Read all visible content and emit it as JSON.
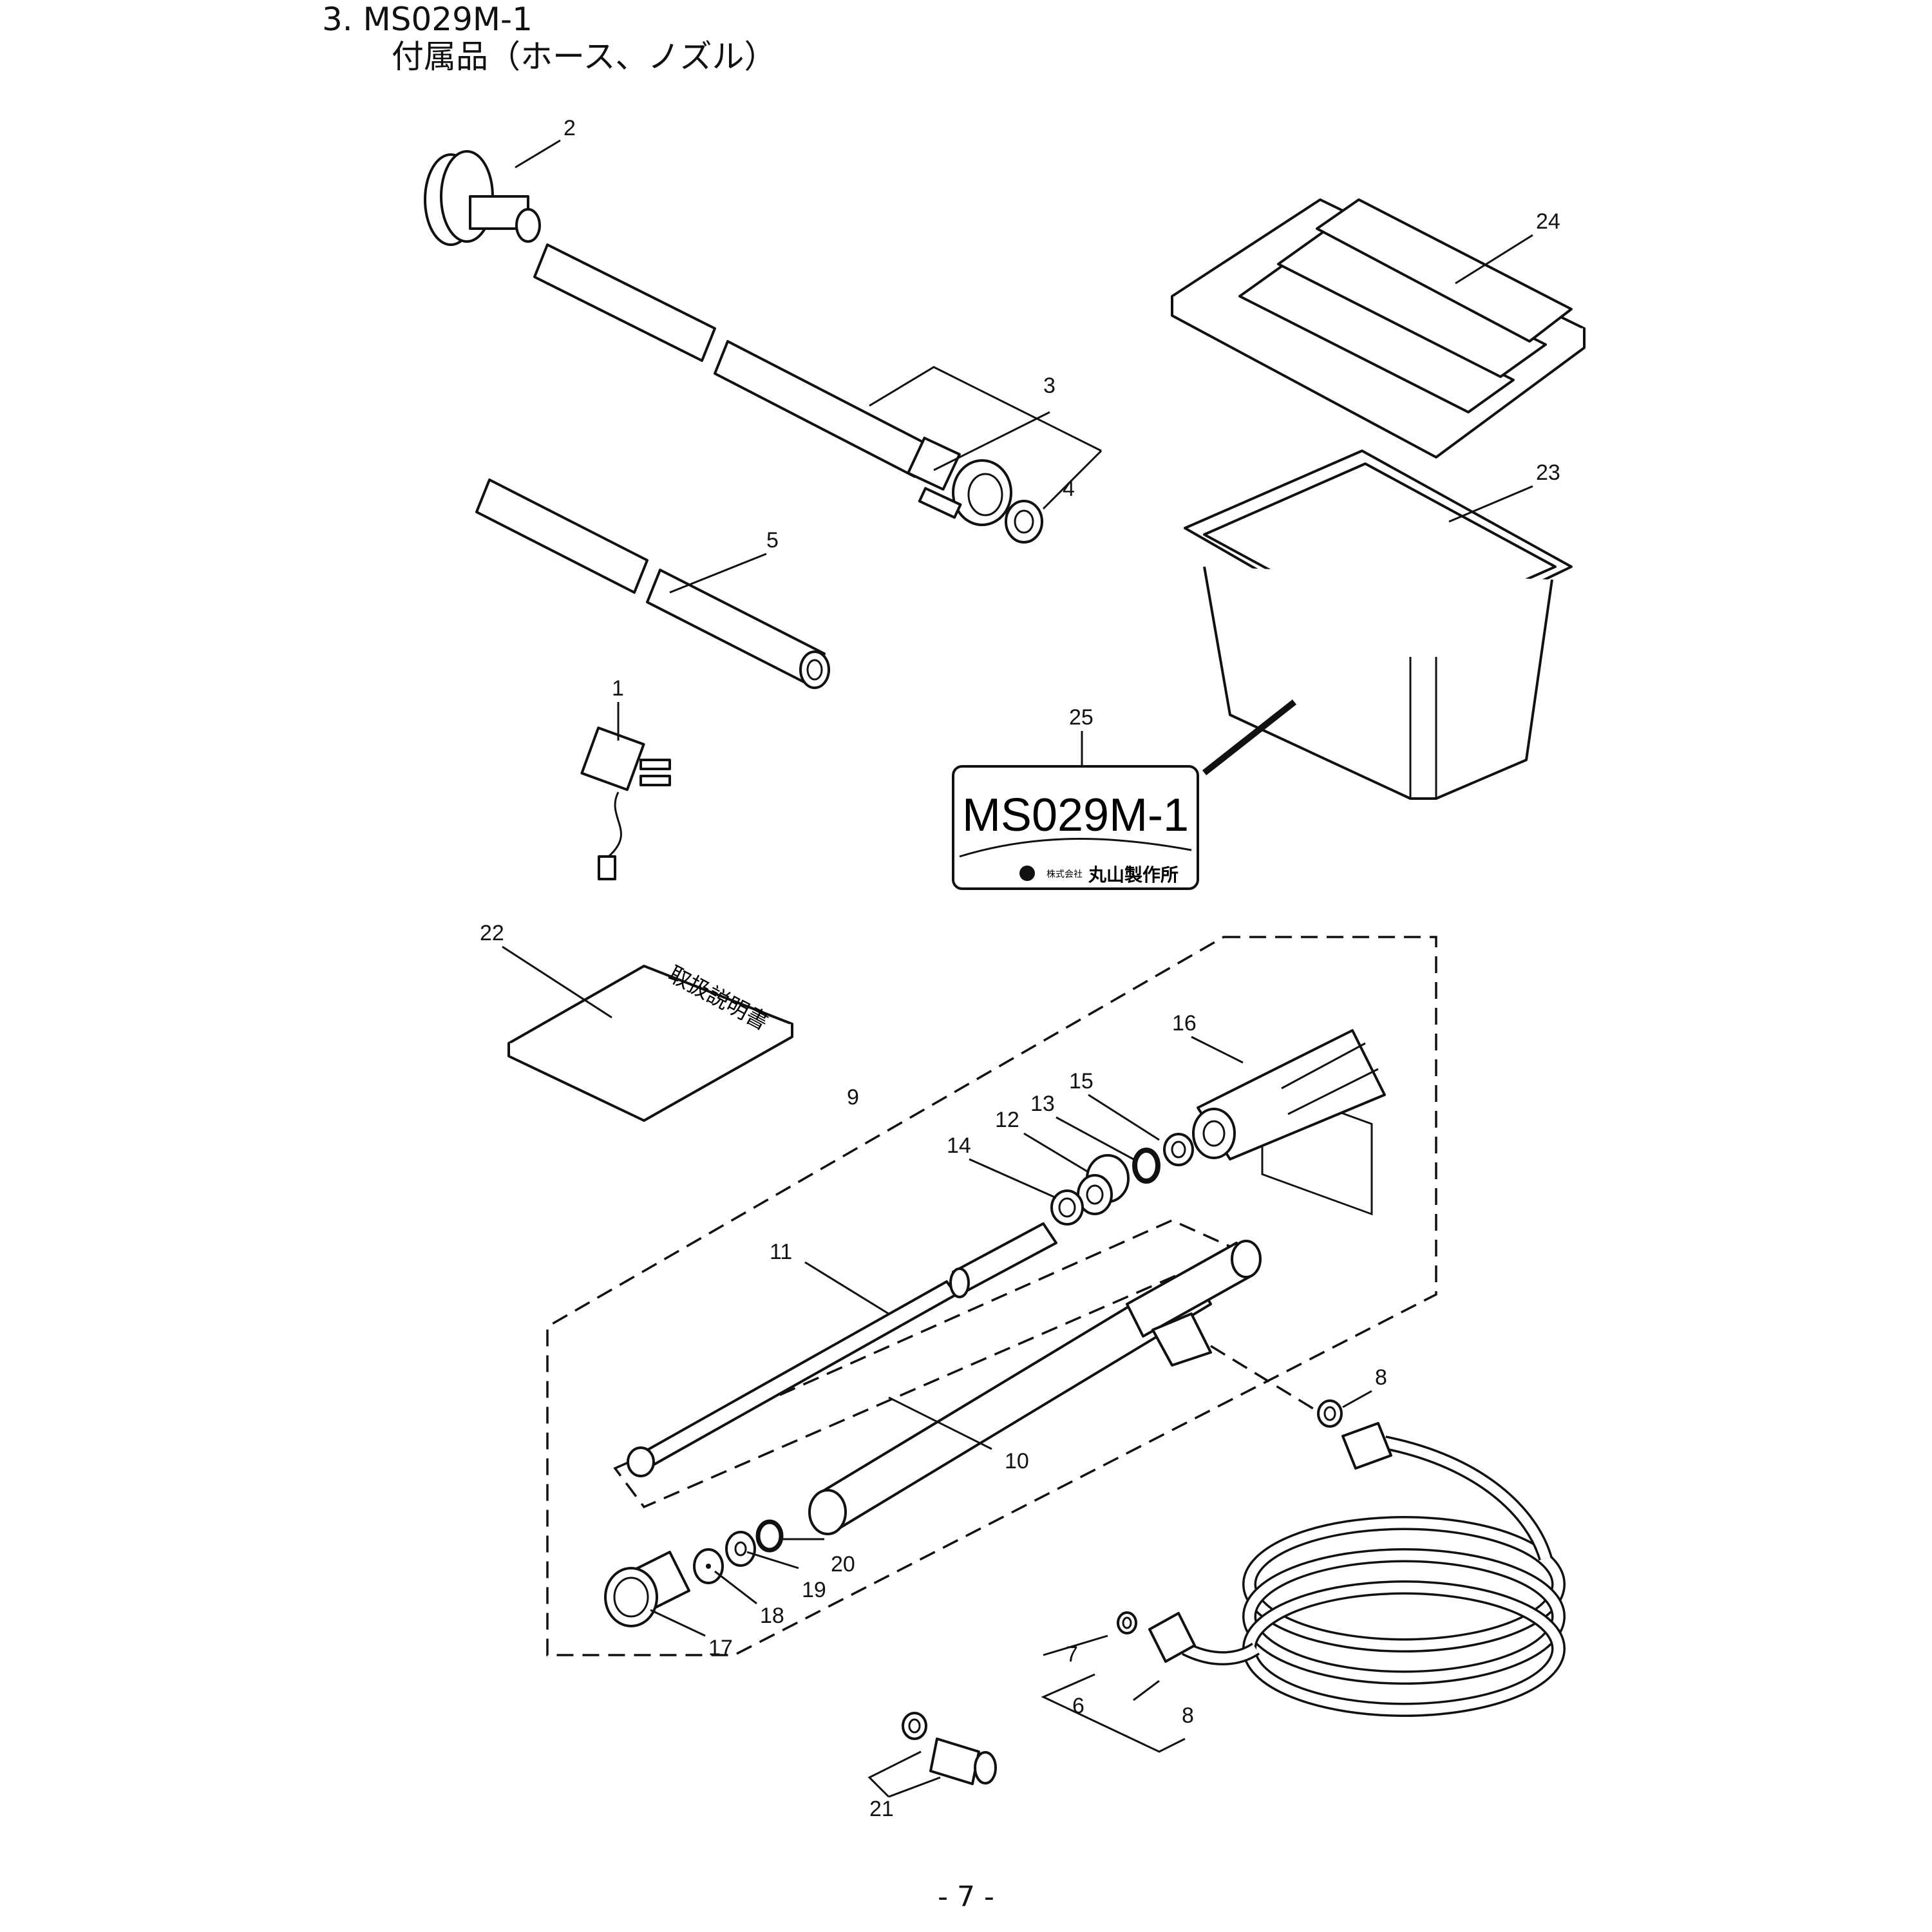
{
  "header": {
    "section_title": "3. MS029M-1",
    "subtitle": "付属品（ホース、ノズル）"
  },
  "label_plate": {
    "model_text": "MS029M-1",
    "maker_text": "丸山製作所",
    "maker_prefix": "株式会社"
  },
  "manual_cover_text": "取扱説明書",
  "page_number": "- 7 -",
  "callouts": {
    "n1": "1",
    "n2": "2",
    "n3": "3",
    "n4": "4",
    "n5": "5",
    "n6": "6",
    "n7": "7",
    "n8a": "8",
    "n8b": "8",
    "n9": "9",
    "n10": "10",
    "n11": "11",
    "n12": "12",
    "n13": "13",
    "n14": "14",
    "n15": "15",
    "n16": "16",
    "n17": "17",
    "n18": "18",
    "n19": "19",
    "n20": "20",
    "n21": "21",
    "n22": "22",
    "n23": "23",
    "n24": "24",
    "n25": "25"
  }
}
